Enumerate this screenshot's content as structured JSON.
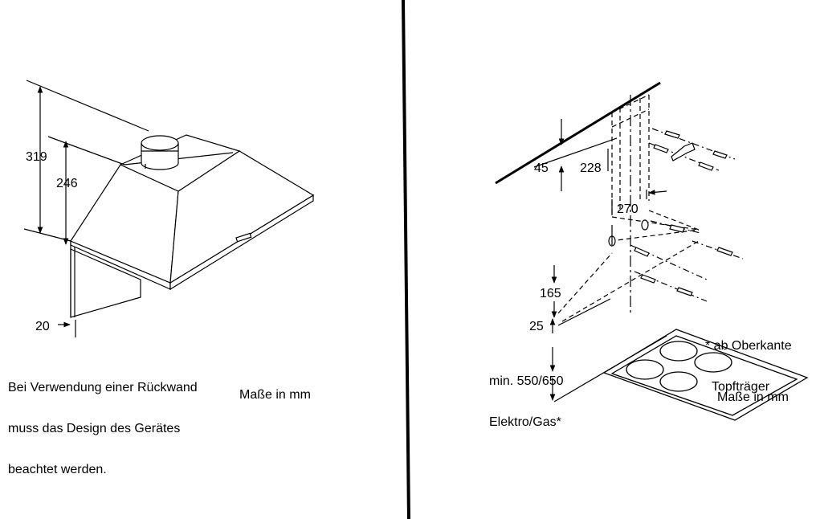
{
  "left_panel": {
    "dimensions": {
      "total_height": "319",
      "body_height": "246",
      "offset": "20"
    },
    "note_lines": [
      "Bei Verwendung einer Rückwand",
      "muss das Design des Gerätes",
      "beachtet werden."
    ],
    "units_label": "Maße in mm"
  },
  "right_panel": {
    "dimensions": {
      "ceiling_offset": "45",
      "bracket_offset": "228",
      "bracket_spacing": "270",
      "hole_spacing": "165",
      "bottom_offset": "25"
    },
    "min_height_lines": [
      "min. 550/650",
      "Elektro/Gas*"
    ],
    "footnote_lines": [
      "* ab Oberkante",
      "Topfträger"
    ],
    "units_label": "Maße in mm"
  }
}
